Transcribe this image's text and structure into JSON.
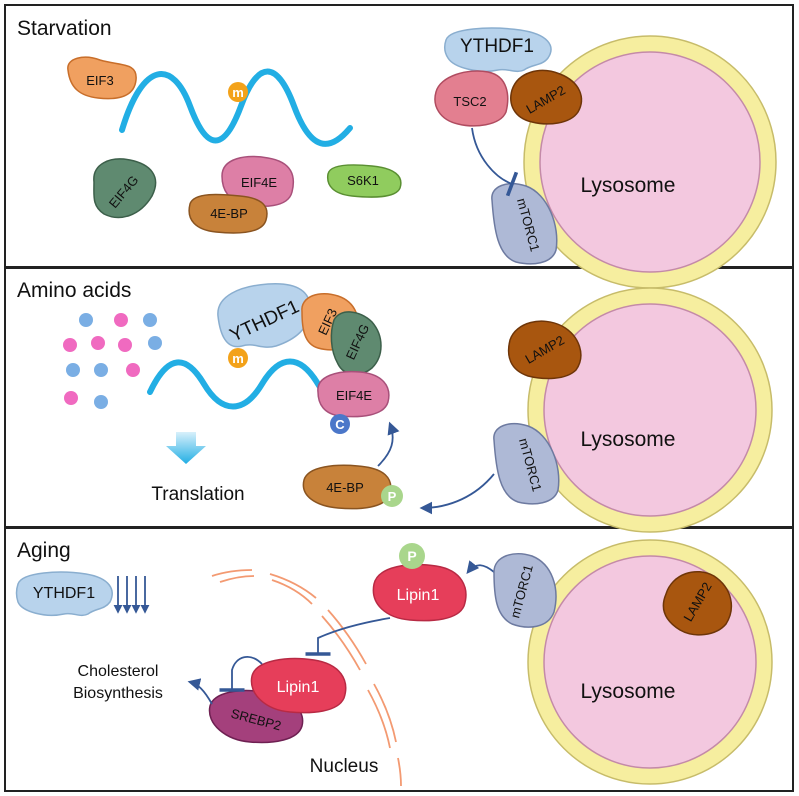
{
  "panels": [
    {
      "title": "Starvation"
    },
    {
      "title": "Amino acids"
    },
    {
      "title": "Aging"
    }
  ],
  "labels": {
    "ythdf1": "YTHDF1",
    "eif3": "EIF3",
    "eif4g": "EIF4G",
    "eif4e": "EIF4E",
    "bp4e": "4E-BP",
    "s6k1": "S6K1",
    "tsc2": "TSC2",
    "lamp2": "LAMP2",
    "mtorc1": "mTORC1",
    "lysosome": "Lysosome",
    "m_mark": "m",
    "c_mark": "C",
    "p_mark": "P",
    "translation": "Translation",
    "lipin1": "Lipin1",
    "srebp2": "SREBP2",
    "cholesterol_line1": "Cholesterol",
    "cholesterol_line2": "Biosynthesis",
    "nucleus": "Nucleus"
  },
  "colors": {
    "mrna": "#22aee4",
    "eif3": "#f0a060",
    "eif4g": "#5f8a70",
    "eif4e": "#dd7fa6",
    "bp4e": "#c8823a",
    "s6k1": "#90cc5e",
    "tsc2": "#e37f90",
    "lamp2": "#a8560f",
    "mtorc1": "#aeb9d6",
    "ythdf1": "#b8d3ec",
    "lysosome_membrane": "#f6ee9f",
    "lysosome_lumen": "#f3c8df",
    "m_badge": "#f3a21a",
    "c_badge": "#4b77c9",
    "p_badge": "#a9d68c",
    "lipin1": "#e63e5a",
    "srebp2": "#a4407c",
    "nucleus_envelope": "#f39a72",
    "dot_pink": "#f06ac0",
    "dot_blue": "#7aaee4",
    "arrow": "#355896"
  }
}
